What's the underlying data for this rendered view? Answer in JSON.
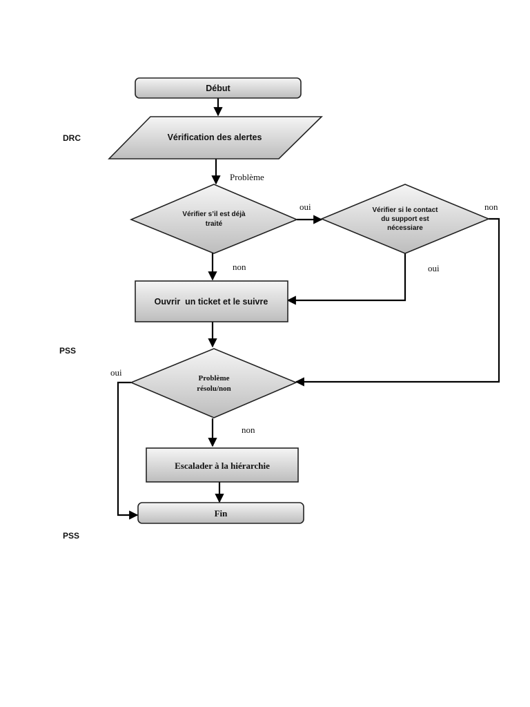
{
  "lanes": {
    "drc": "DRC",
    "pss_1": "PSS",
    "pss_2": "PSS"
  },
  "nodes": {
    "debut": "Début",
    "verification": "Vérification des alertes",
    "check_treated_line1": "Vérifier s’il est déjà",
    "check_treated_line2": "traité",
    "check_support_line1": "Vérifier si le contact",
    "check_support_line2": "du support est",
    "check_support_line3": "nécessiare",
    "open_ticket": "Ouvrir  un ticket et le suivre",
    "resolved_line1": "Problème",
    "resolved_line2": "résolu/non",
    "escalate": "Escalader à la hiérarchie",
    "fin": "Fin"
  },
  "edges": {
    "probleme": "Problème",
    "oui_treated": "oui",
    "non_treated": "non",
    "non_support": "non",
    "oui_support": "oui",
    "oui_resolved": "oui",
    "non_resolved": "non"
  },
  "colors": {
    "shape_fill_top": "#f4f4f4",
    "shape_fill_bottom": "#bfbfbf",
    "line": "#000000"
  }
}
